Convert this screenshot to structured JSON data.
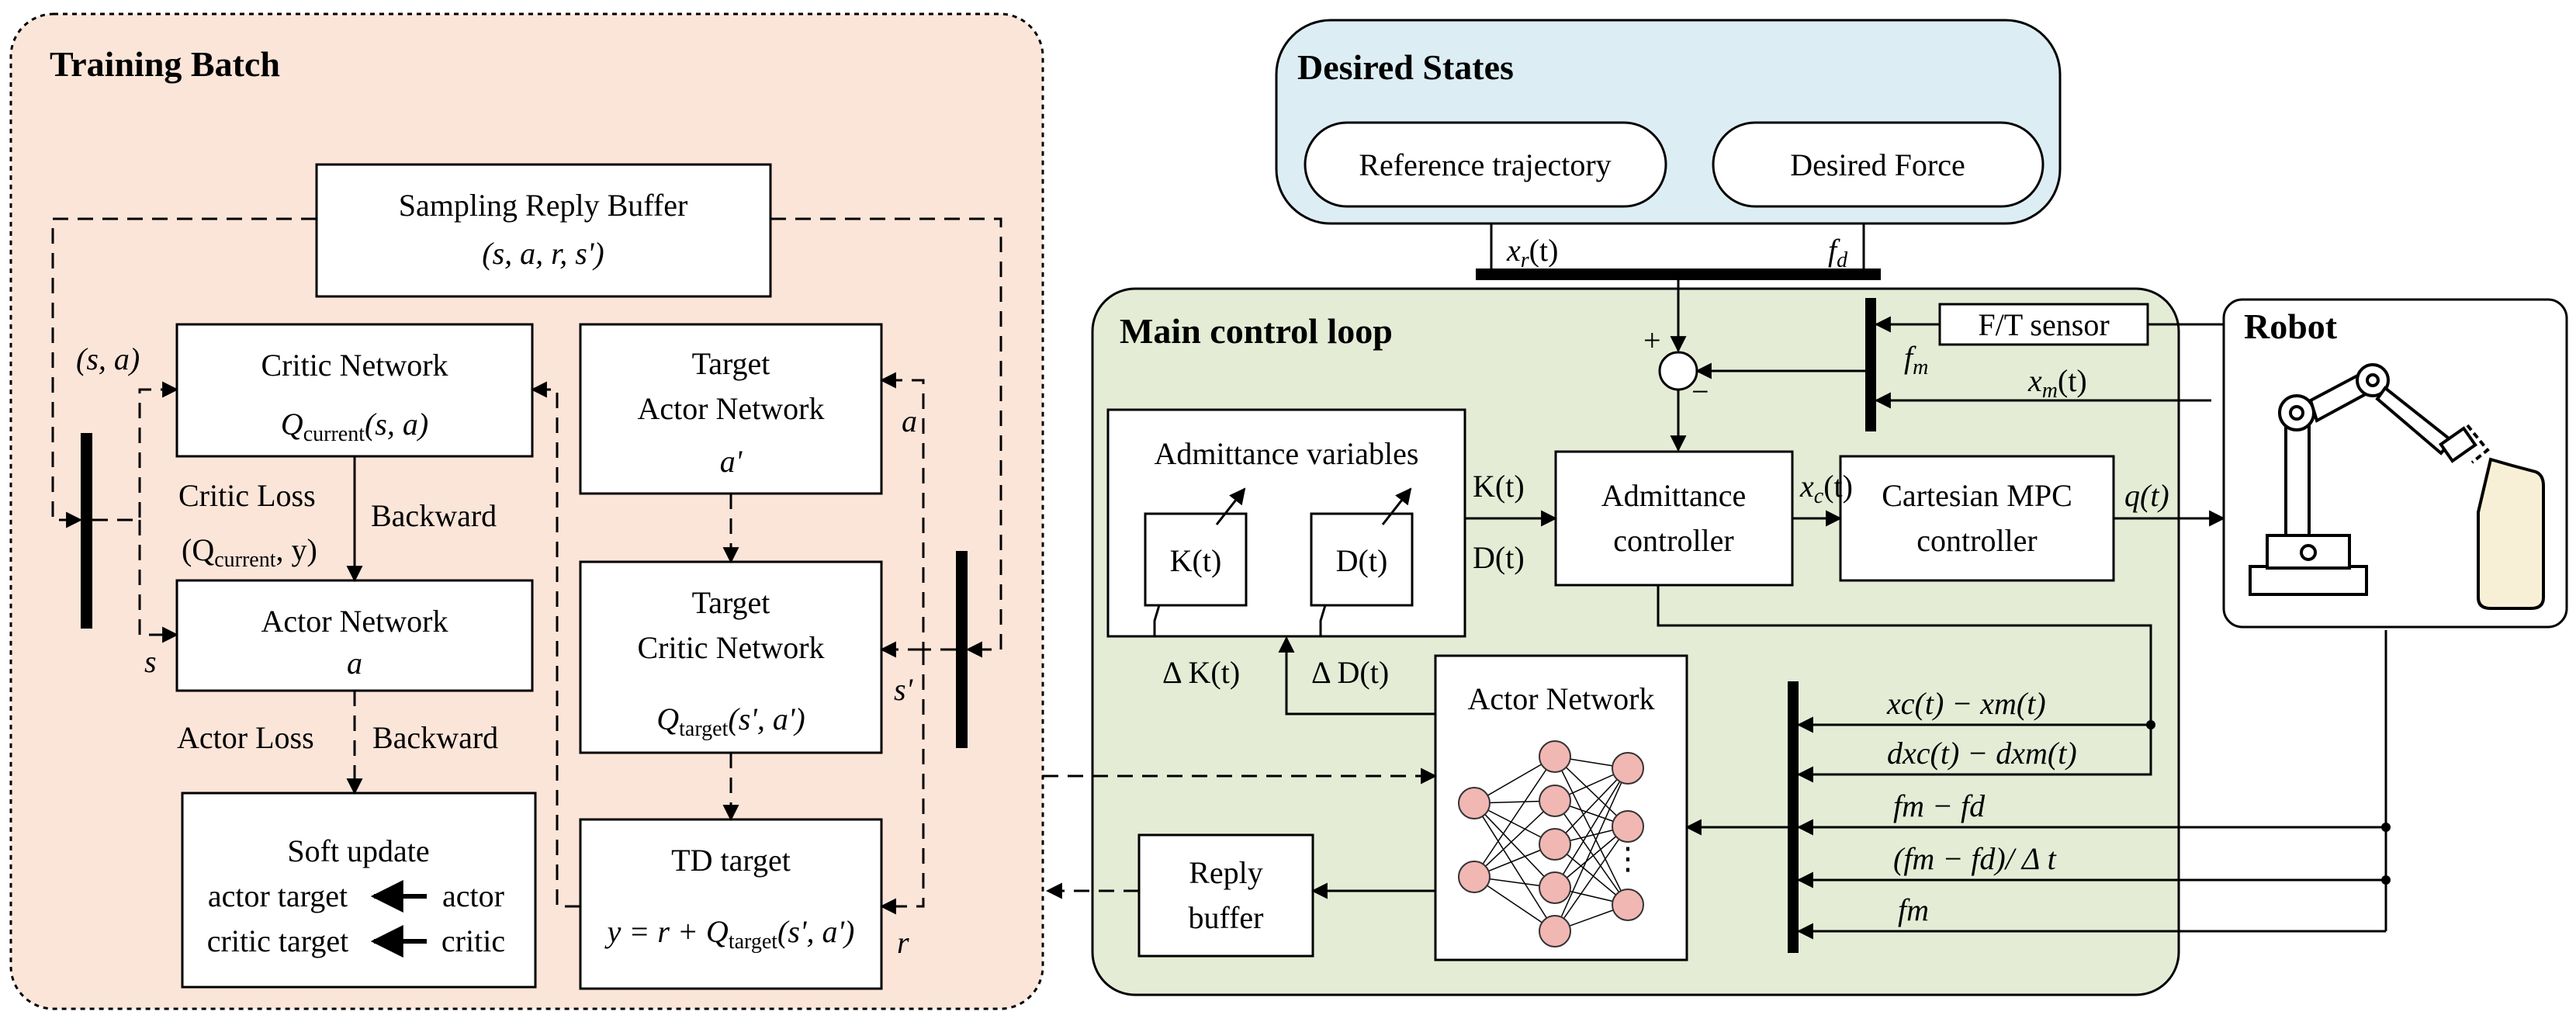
{
  "training_batch": {
    "title": "Training Batch",
    "sampling_buffer": {
      "label": "Sampling Reply Buffer",
      "tuple": "(s, a, r, s')"
    },
    "critic_network": {
      "label": "Critic Network",
      "q_main": "Q",
      "q_sub": "current",
      "q_args": "(s, a)"
    },
    "target_actor": {
      "line1": "Target",
      "line2": "Actor Network",
      "out": "a'"
    },
    "target_critic": {
      "line1": "Target",
      "line2": "Critic Network",
      "q_main": "Q",
      "q_sub": "target",
      "q_args": "(s', a')"
    },
    "actor_network": {
      "label": "Actor Network",
      "out": "a"
    },
    "soft_update": {
      "line1": "Soft update",
      "line2a": "actor target",
      "line2b": "actor",
      "line3a": "critic target",
      "line3b": "critic"
    },
    "td_target": {
      "label": "TD target",
      "eq_pre": "y = r + ",
      "q_main": "Q",
      "q_sub": "target",
      "q_args": "(s', a')"
    },
    "labels": {
      "sa": "(s, a)",
      "s": "s",
      "a": "a",
      "s_prime": "s'",
      "r": "r",
      "critic_loss1": "Critic Loss",
      "critic_loss2_pre": "(Q",
      "critic_loss2_sub": "current",
      "critic_loss2_post": ", y)",
      "backward1": "Backward",
      "actor_loss": "Actor Loss",
      "backward2": "Backward"
    }
  },
  "desired_states": {
    "title": "Desired States",
    "reference": "Reference trajectory",
    "force": "Desired Force",
    "xr_main": "x",
    "xr_sub": "r",
    "xr_arg": "(t)",
    "fd_main": "f",
    "fd_sub": "d"
  },
  "main_loop": {
    "title": "Main control loop",
    "admittance_vars": "Admittance variables",
    "k_box": "K(t)",
    "d_box": "D(t)",
    "kt": "K(t)",
    "dt": "D(t)",
    "admittance_controller1": "Admittance",
    "admittance_controller2": "controller",
    "xc_main": "x",
    "xc_sub": "c",
    "xc_arg": "(t)",
    "mpc1": "Cartesian MPC",
    "mpc2": "controller",
    "qt": "q(t)",
    "ft_sensor": "F/T sensor",
    "fm_main": "f",
    "fm_sub": "m",
    "xm_main": "x",
    "xm_sub": "m",
    "xm_arg": "(t)",
    "plus": "+",
    "minus": "−",
    "delta_k": "Δ K(t)",
    "delta_d": "Δ D(t)",
    "actor_network": "Actor Network",
    "ellipsis": "⋮",
    "reply_buffer1": "Reply",
    "reply_buffer2": "buffer",
    "in1": "xc(t) − xm(t)",
    "in2": "dxc(t) − dxm(t)",
    "in3": "fm − fd",
    "in4": "(fm − fd)/ Δ t",
    "in5": "fm"
  },
  "robot": {
    "title": "Robot"
  },
  "colors": {
    "training_bg": "#fbe5d9",
    "desired_bg": "#dcedf4",
    "main_bg": "#e4ecd6",
    "node_fill": "#f1b7b3",
    "gripper_fill": "#f8f0d6"
  }
}
